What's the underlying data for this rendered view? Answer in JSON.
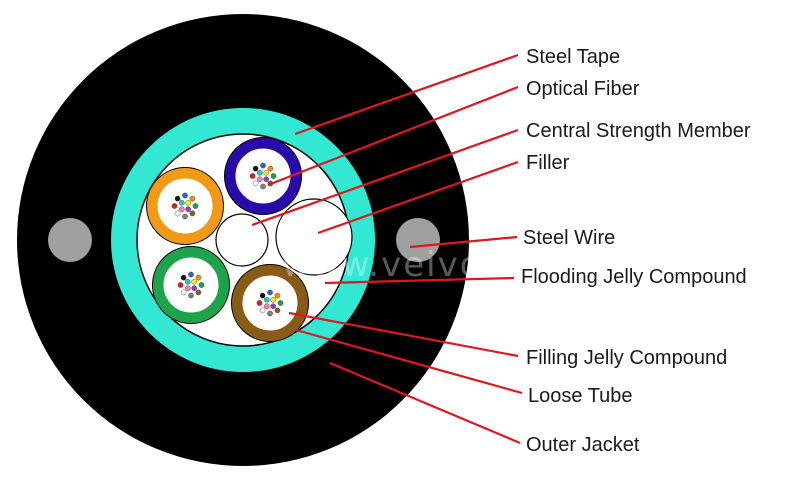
{
  "labels": {
    "steel_tape": "Steel Tape",
    "optical_fiber": "Optical Fiber",
    "central_strength_member": "Central Strength Member",
    "filler": "Filler",
    "steel_wire": "Steel Wire",
    "flooding_jelly_compound": "Flooding Jelly Compound",
    "filling_jelly_compound": "Filling Jelly Compound",
    "loose_tube": "Loose Tube",
    "outer_jacket": "Outer Jacket"
  },
  "watermark": "www.veivot.com",
  "colors": {
    "outer_jacket": "#000000",
    "steel_tape": "#33e8d3",
    "flooding_jelly": "#ffffff",
    "steel_wire": "#a0a0a0",
    "leader_line": "#e0171f",
    "loose_tubes": [
      "#2a0aa8",
      "#f09a16",
      "#1ea34a",
      "#8a5a17"
    ]
  },
  "fiber_colors": [
    "#2a63e0",
    "#f08c1a",
    "#1fa23c",
    "#8b5a2b",
    "#808080",
    "#ffffff",
    "#e21b1b",
    "#111111",
    "#f7e81a",
    "#8e3fb0",
    "#f27fb0",
    "#27c7c4"
  ]
}
